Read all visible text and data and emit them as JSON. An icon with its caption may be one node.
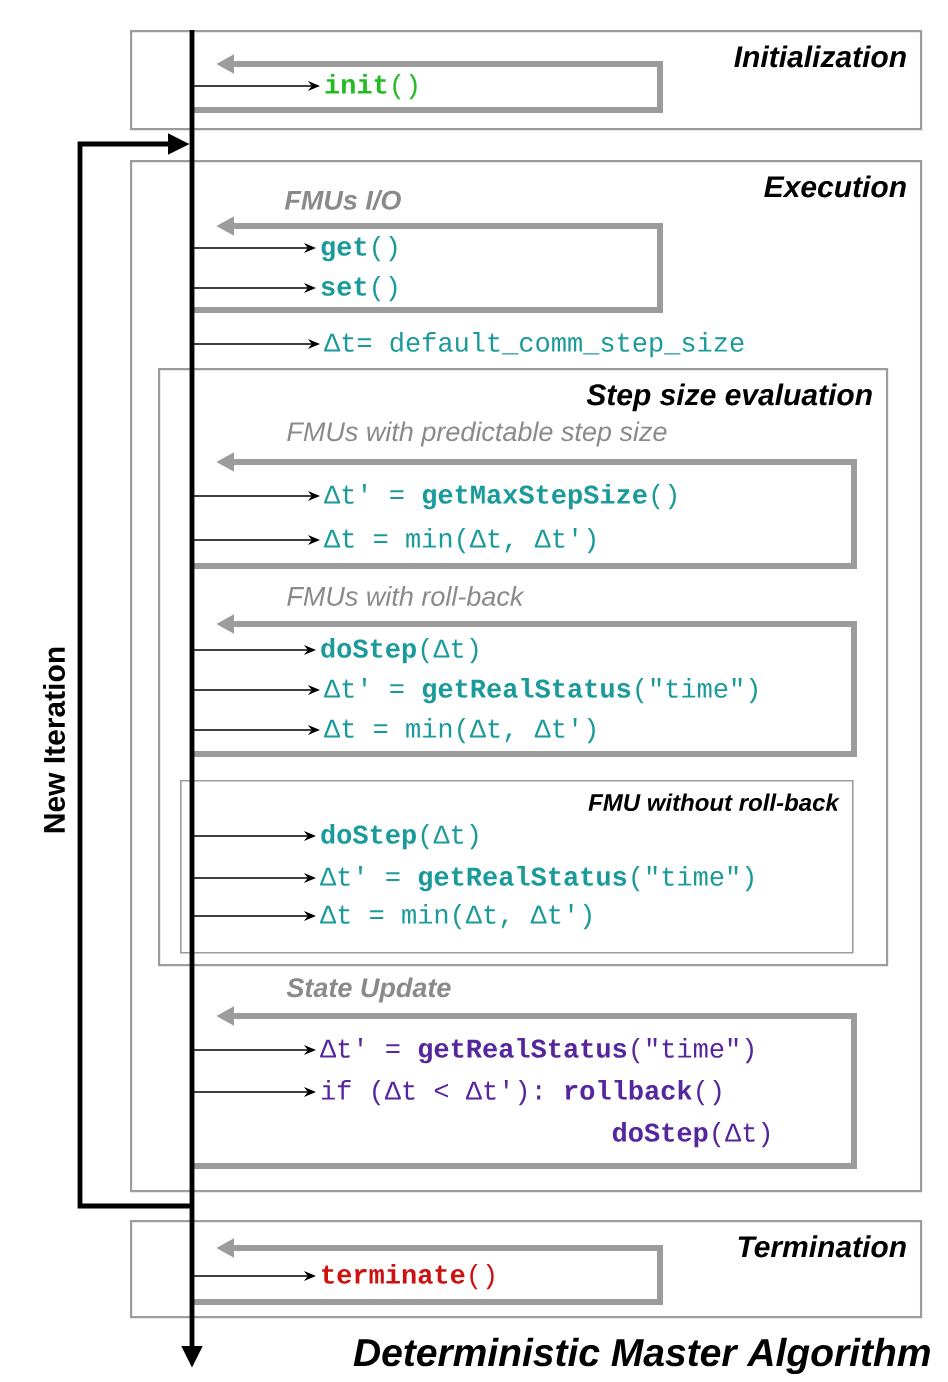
{
  "diagram": {
    "title": "Deterministic Master Algorithm",
    "nodes": [
      {
        "text": [
          "Initialization"
        ]
      },
      {
        "text": [
          "**init**()"
        ],
        "in": 0
      },
      {
        "text": [
          "Execution"
        ]
      },
      {
        "text": [
          "**get**()"
        ],
        "in": 2
      },
      {
        "text": [
          "**set**()"
        ],
        "in": 2
      },
      {
        "text": [
          "Δt= default_comm_step_size"
        ],
        "in": 2
      },
      {
        "text": [
          "Step size evaluation"
        ],
        "in": 2
      },
      {
        "text": [
          "Δt' = **getMaxStepSize**()"
        ],
        "in": 6
      },
      {
        "text": [
          "Δt = min(Δt, Δt')"
        ],
        "in": 6
      },
      {
        "text": [
          "**doStep**(Δt)"
        ],
        "in": 6
      },
      {
        "text": [
          "Δt' = **getRealStatus**(\"time\")"
        ],
        "in": 6
      },
      {
        "text": [
          "Δt = min(Δt, Δt')"
        ],
        "in": 6
      },
      {
        "text": [
          "FMU without roll-back"
        ],
        "in": 6
      },
      {
        "text": [
          "**doStep**(Δt)"
        ],
        "in": 12
      },
      {
        "text": [
          "Δt' = **getRealStatus**(\"time\")"
        ],
        "in": 12
      },
      {
        "text": [
          "Δt = min(Δt, Δt')"
        ],
        "in": 12
      },
      {
        "text": [
          "Δt' = **getRealStatus**(\"time\")"
        ],
        "in": 2
      },
      {
        "text": [
          "if (Δt < Δt'): **rollback**()",
          "**doStep**(Δt)"
        ],
        "in": 2
      },
      {
        "text": [
          "Termination"
        ]
      },
      {
        "text": [
          "**terminate**()"
        ],
        "in": 18
      }
    ],
    "edges": [
      {
        "from": null,
        "to": 1,
        "arrow": "to"
      },
      {
        "from": null,
        "to": 3,
        "arrow": "to"
      },
      {
        "from": null,
        "to": 4,
        "arrow": "to"
      },
      {
        "from": null,
        "to": 5,
        "arrow": "to"
      },
      {
        "from": null,
        "to": 7,
        "arrow": "to"
      },
      {
        "from": null,
        "to": 8,
        "arrow": "to"
      },
      {
        "from": null,
        "to": 9,
        "arrow": "to"
      },
      {
        "from": null,
        "to": 10,
        "arrow": "to"
      },
      {
        "from": null,
        "to": 11,
        "arrow": "to"
      },
      {
        "from": null,
        "to": 13,
        "arrow": "to"
      },
      {
        "from": null,
        "to": 14,
        "arrow": "to"
      },
      {
        "from": null,
        "to": 15,
        "arrow": "to"
      },
      {
        "from": null,
        "to": 16,
        "arrow": "to"
      },
      {
        "from": null,
        "to": 17,
        "arrow": "to"
      },
      {
        "from": null,
        "to": 19,
        "arrow": "to"
      }
    ],
    "labels": [
      "FMUs I/O",
      "FMUs with predictable step size",
      "FMUs with roll-back",
      "State Update",
      "New Iteration"
    ]
  }
}
